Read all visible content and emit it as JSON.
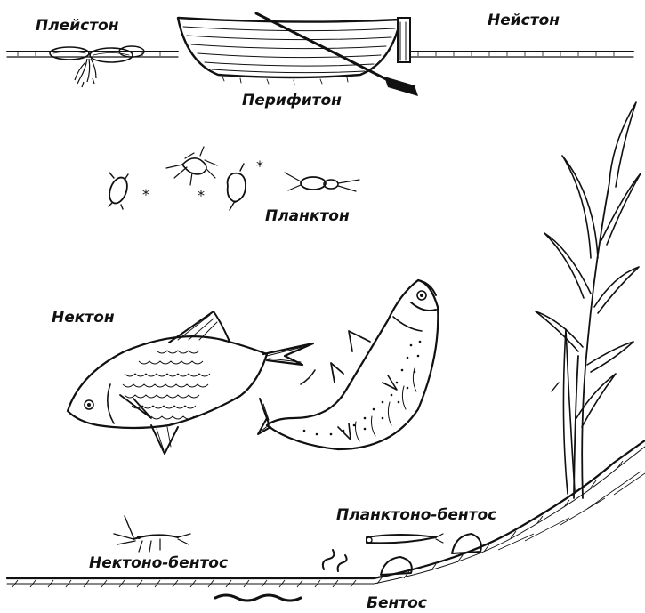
{
  "labels": {
    "pleiston": "Плейстон",
    "neiston": "Нейстон",
    "perifiton": "Перифитон",
    "plankton": "Планктон",
    "nekton": "Нектон",
    "planktono_bentos": "Планктоно-бентос",
    "nektono_bentos": "Нектоно-бентос",
    "bentos": "Бентос"
  }
}
